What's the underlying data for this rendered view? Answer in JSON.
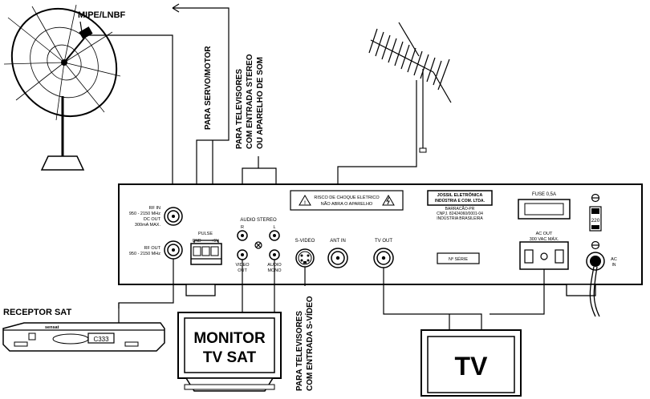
{
  "dish": {
    "label": "MIPE/LNBF"
  },
  "receiver": {
    "label": "RECEPTOR SAT",
    "brand": "sensat",
    "display": "C333"
  },
  "labels": {
    "servo": "PARA SERVO/MOTOR",
    "stereo_1": "PARA TELEVISORES",
    "stereo_2": "COM ENTRADA STEREO",
    "stereo_3": "OU APARELHO DE SOM",
    "svideo_1": "PARA TELEVISORES",
    "svideo_2": "COM ENTRADA S-VÍDEO"
  },
  "panel": {
    "rf_in": [
      "RF IN",
      "950 - 2150 MHz",
      "DC OUT",
      "300mA MAX."
    ],
    "rf_out": [
      "RF OUT",
      "950 - 2150 MHz"
    ],
    "pulse": "PULSE",
    "gnd": "GND",
    "plus5v": "+5V",
    "audio_stereo": "AUDIO STEREO",
    "audio_r": "R",
    "audio_l": "L",
    "video_out": [
      "VIDEO",
      "OUT"
    ],
    "audio_mono": [
      "AUDIO",
      "MONO"
    ],
    "svideo": "S-VIDEO",
    "ant_in": "ANT IN",
    "tv_out": "TV OUT",
    "warning": [
      "RISCO DE CHOQUE ELÉTRICO",
      "NÃO ABRA O APARELHO"
    ],
    "maker": [
      "JOSSIL ELETRÔNICA",
      "INDÚSTRIA E COM. LTDA."
    ],
    "maker_info": [
      "BARRACÃO-PR",
      "CNPJ. 82424060/0001-04",
      "INDÚSTRIA BRASILEIRA"
    ],
    "serie": "Nº SÉRIE",
    "fuse": "FUSE 0,5A",
    "ac_out": [
      "AC OUT",
      "300 VAC MÁX."
    ],
    "voltage": "220",
    "ac_in": [
      "AC",
      "IN"
    ]
  },
  "monitor": {
    "line1": "MONITOR",
    "line2": "TV SAT"
  },
  "tv": {
    "label": "TV"
  }
}
